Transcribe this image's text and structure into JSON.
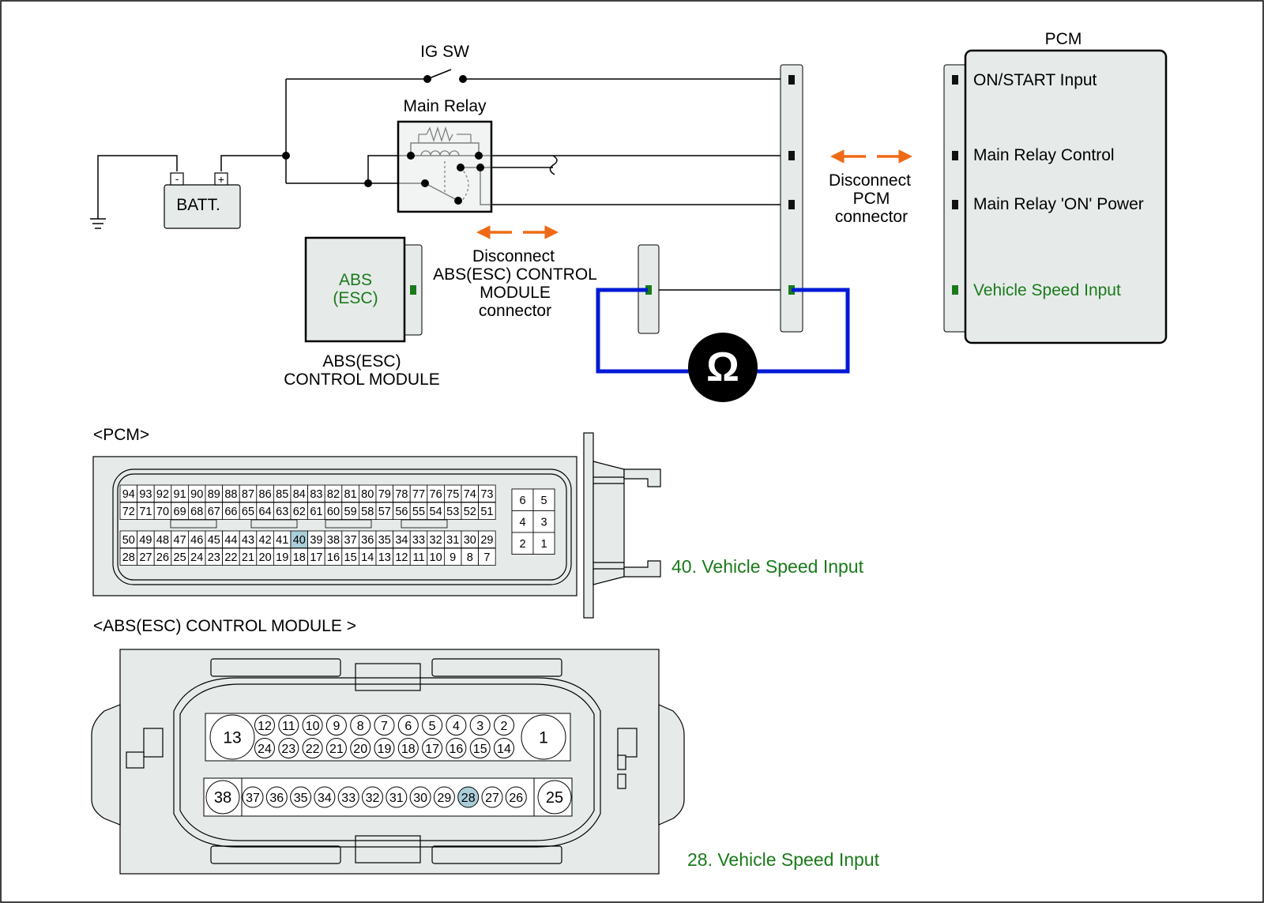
{
  "labels": {
    "ig_sw": "IG SW",
    "main_relay": "Main Relay",
    "battery": "BATT.",
    "batt_minus": "-",
    "batt_plus": "+",
    "pcm_title": "PCM",
    "abs_box": [
      "ABS",
      "(ESC)"
    ],
    "abs_caption": [
      "ABS(ESC)",
      "CONTROL MODULE"
    ],
    "disconnect_abs": [
      "Disconnect",
      "ABS(ESC) CONTROL",
      "MODULE",
      "connector"
    ],
    "disconnect_pcm": [
      "Disconnect",
      "PCM",
      "connector"
    ],
    "ohm_symbol": "Ω"
  },
  "pcm_pins": [
    "ON/START Input",
    "Main Relay Control",
    "Main Relay 'ON' Power",
    "Vehicle Speed Input"
  ],
  "pcm_connector": {
    "title": "<PCM>",
    "rows": [
      [
        "94",
        "93",
        "92",
        "91",
        "90",
        "89",
        "88",
        "87",
        "86",
        "85",
        "84",
        "83",
        "82",
        "81",
        "80",
        "79",
        "78",
        "77",
        "76",
        "75",
        "74",
        "73"
      ],
      [
        "72",
        "71",
        "70",
        "69",
        "68",
        "67",
        "66",
        "65",
        "64",
        "63",
        "62",
        "61",
        "60",
        "59",
        "58",
        "57",
        "56",
        "55",
        "54",
        "53",
        "52",
        "51"
      ],
      [
        "50",
        "49",
        "48",
        "47",
        "46",
        "45",
        "44",
        "43",
        "42",
        "41",
        "40",
        "39",
        "38",
        "37",
        "36",
        "35",
        "34",
        "33",
        "32",
        "31",
        "30",
        "29"
      ],
      [
        "28",
        "27",
        "26",
        "25",
        "24",
        "23",
        "22",
        "21",
        "20",
        "19",
        "18",
        "17",
        "16",
        "15",
        "14",
        "13",
        "12",
        "11",
        "10",
        "9",
        "8",
        "7"
      ]
    ],
    "side_block": [
      [
        "6",
        "5"
      ],
      [
        "4",
        "3"
      ],
      [
        "2",
        "1"
      ]
    ],
    "highlight": "40",
    "callout": "40. Vehicle Speed Input"
  },
  "abs_connector": {
    "title": "<ABS(ESC) CONTROL MODULE >",
    "row1": [
      "12",
      "11",
      "10",
      "9",
      "8",
      "7",
      "6",
      "5",
      "4",
      "3",
      "2"
    ],
    "row2": [
      "24",
      "23",
      "22",
      "21",
      "20",
      "19",
      "18",
      "17",
      "16",
      "15",
      "14"
    ],
    "row3": [
      "37",
      "36",
      "35",
      "34",
      "33",
      "32",
      "31",
      "30",
      "29",
      "28",
      "27",
      "26"
    ],
    "big_left_top": "13",
    "big_right_top": "1",
    "big_left_bottom": "38",
    "big_right_bottom": "25",
    "highlight": "28",
    "callout": "28. Vehicle Speed Input"
  },
  "colors": {
    "signal_green": "#1a7a1a",
    "meter_lead_blue": "#0019d6",
    "arrow_orange": "#ef6a16",
    "highlight_fill": "#a9cdd9",
    "panel_fill": "#e6ebea"
  }
}
